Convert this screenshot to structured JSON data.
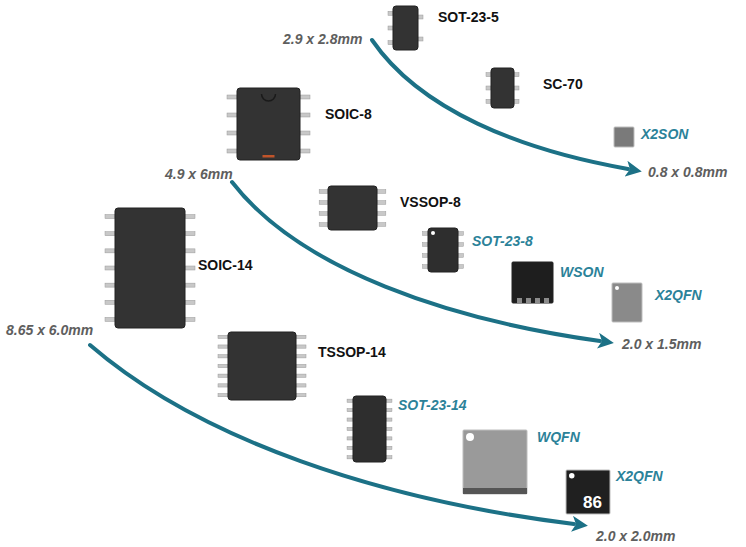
{
  "diagram": {
    "labels": [
      "2.9 x 2.8mm",
      "SOT-23-5",
      "SC-70",
      "X2SON",
      "0.8 x 0.8mm",
      "SOIC-8",
      "4.9 x 6mm",
      "VSSOP-8",
      "SOT-23-8",
      "WSON",
      "X2QFN",
      "2.0 x 1.5mm",
      "SOIC-14",
      "8.65 x 6.0mm",
      "TSSOP-14",
      "SOT-23-14",
      "WQFN",
      "X2QFN",
      "86",
      "2.0 x 2.0mm"
    ]
  }
}
